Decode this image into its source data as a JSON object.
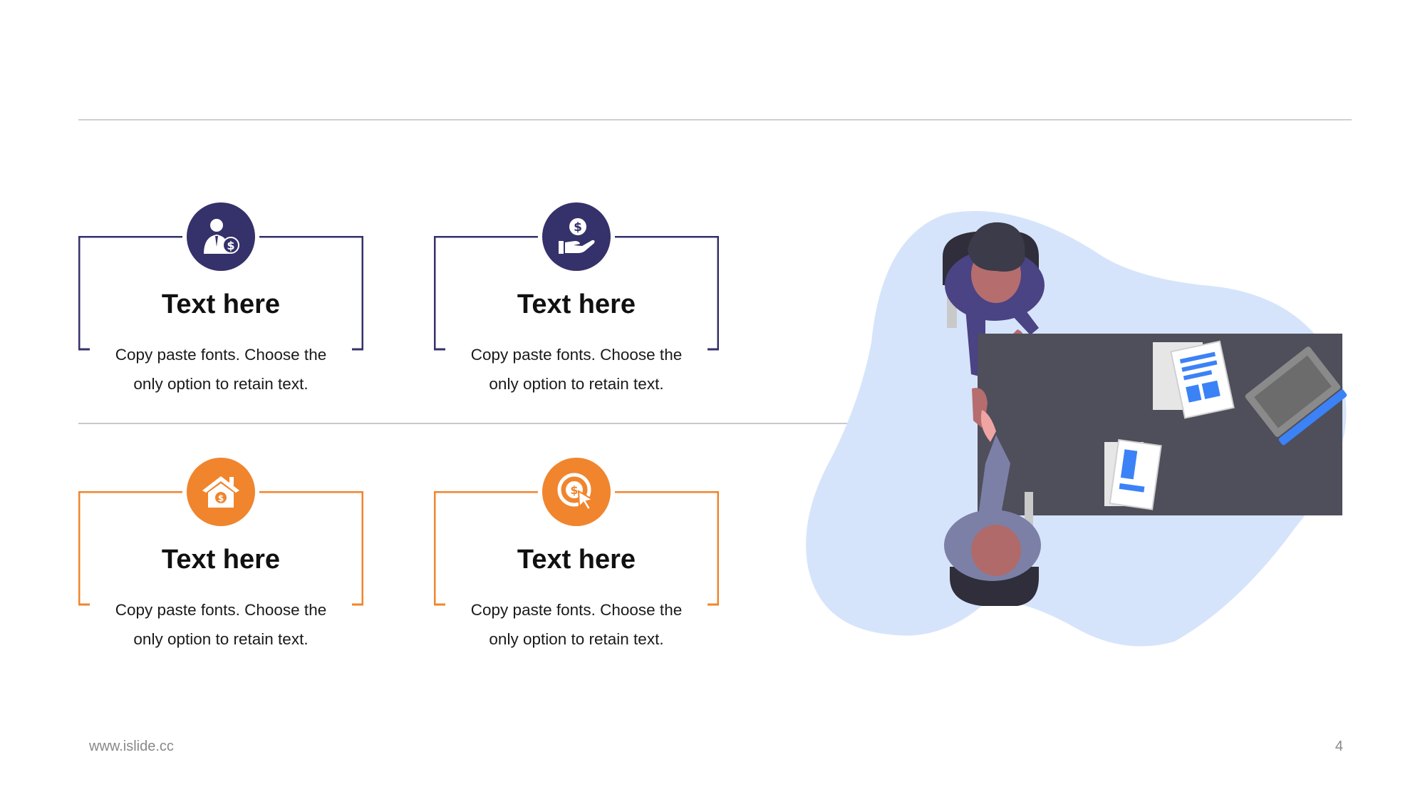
{
  "cards": [
    {
      "title": "Text here",
      "line1": "Copy paste fonts. Choose the",
      "line2": "only option to retain text.",
      "icon": "businessman-dollar-icon"
    },
    {
      "title": "Text here",
      "line1": "Copy paste fonts. Choose the",
      "line2": "only option to retain text.",
      "icon": "hand-coin-icon"
    },
    {
      "title": "Text here",
      "line1": "Copy paste fonts. Choose the",
      "line2": "only option to retain text.",
      "icon": "house-dollar-icon"
    },
    {
      "title": "Text here",
      "line1": "Copy paste fonts. Choose the",
      "line2": "only option to retain text.",
      "icon": "dollar-click-icon"
    }
  ],
  "colors": {
    "purple": "#35316a",
    "orange": "#f0852d",
    "blob": "#d6e4fb",
    "desk": "#4f4e5b"
  },
  "footer": {
    "site": "www.islide.cc",
    "page": "4"
  }
}
